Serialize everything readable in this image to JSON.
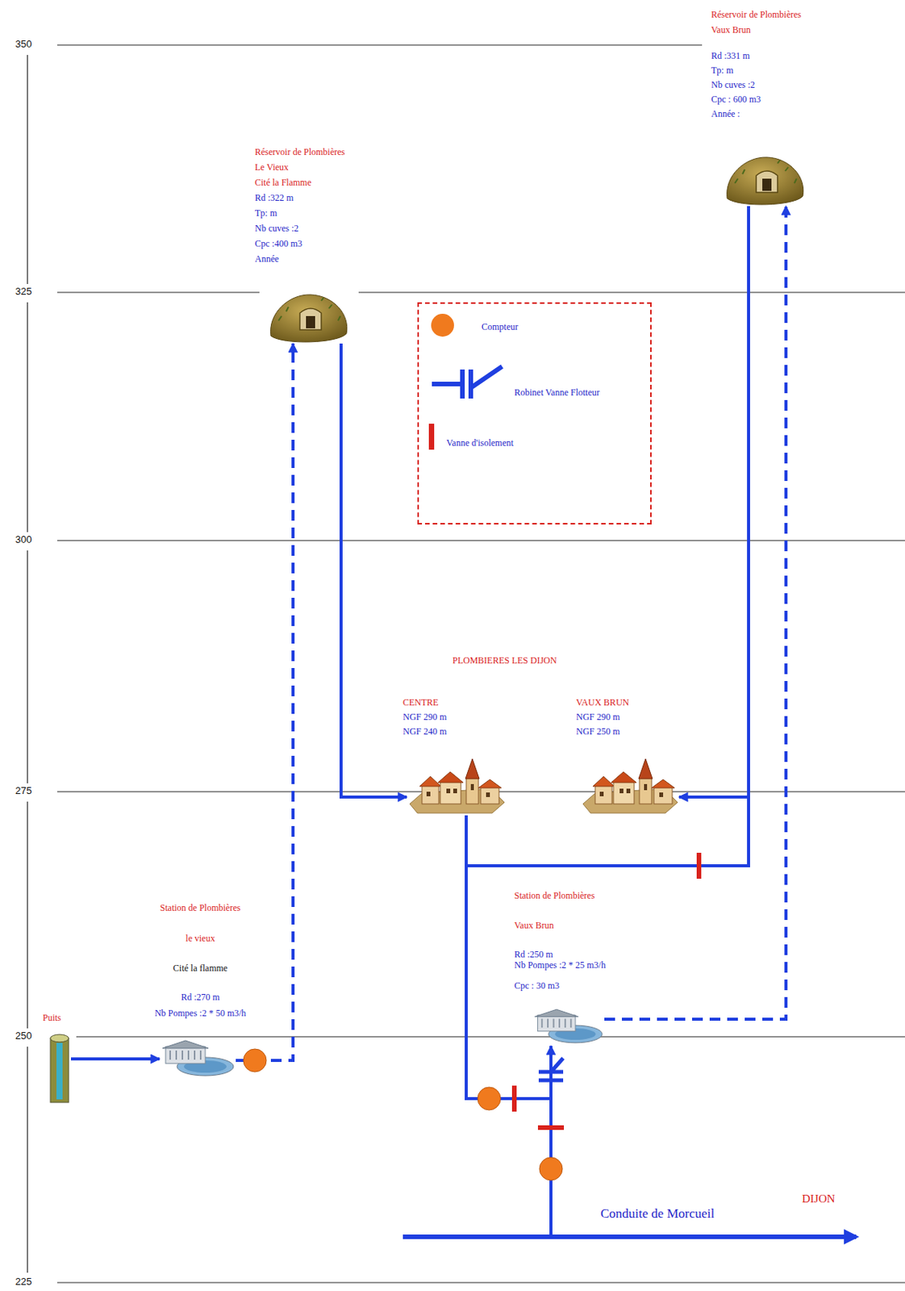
{
  "diagram": {
    "nodes": [
      {
        "text": [
          "Réservoir de Plombières",
          "Vaux Brun",
          "Rd :331 m",
          "Tp: m",
          "Nb cuves :2",
          "Cpc : 600 m3",
          "Année :"
        ]
      },
      {
        "text": [
          "Réservoir de Plombières",
          "Le Vieux",
          "Cité la Flamme",
          "Rd :322 m",
          "Tp: m",
          "Nb cuves :2",
          "Cpc :400 m3",
          "Année"
        ]
      },
      {
        "text": [
          "CENTRE",
          "NGF 290 m",
          "NGF 240 m"
        ]
      },
      {
        "text": [
          "VAUX BRUN",
          "NGF 290 m",
          "NGF 250 m"
        ]
      },
      {
        "text": [
          "Station de Plombières",
          "Vaux Brun",
          "Rd :250 m",
          "Nb Pompes :2 * 25 m3/h",
          "Cpc : 30 m3"
        ]
      },
      {
        "text": [
          "Station de Plombières",
          "le vieux",
          "Cité la flamme",
          "Rd :270 m",
          "Nb Pompes :2 * 50 m3/h"
        ]
      },
      {
        "text": [
          "Puits"
        ]
      }
    ],
    "edges": [
      {
        "from": 6,
        "to": 5,
        "arrow": "to"
      },
      {
        "from": 5,
        "to": 1,
        "arrow": "to"
      },
      {
        "from": 1,
        "to": 2,
        "arrow": "to"
      },
      {
        "from": 0,
        "to": 3,
        "arrow": "to"
      },
      {
        "from": 4,
        "to": 0,
        "arrow": "to"
      },
      {
        "from": 2,
        "to": 0,
        "arrow": "none"
      },
      {
        "from": 2,
        "to": 4,
        "arrow": "to"
      }
    ],
    "labels": [
      "350",
      "325",
      "300",
      "275",
      "250",
      "225",
      "PLOMBIERES LES DIJON",
      "Conduite de Morcueil",
      "DIJON"
    ],
    "legend": [
      {
        "text": "Compteur",
        "color": "#f07a1e"
      },
      {
        "text": "Robinet Vanne Flotteur"
      },
      {
        "text": "Vanne d'isolement",
        "color": "#d9221c"
      }
    ]
  }
}
